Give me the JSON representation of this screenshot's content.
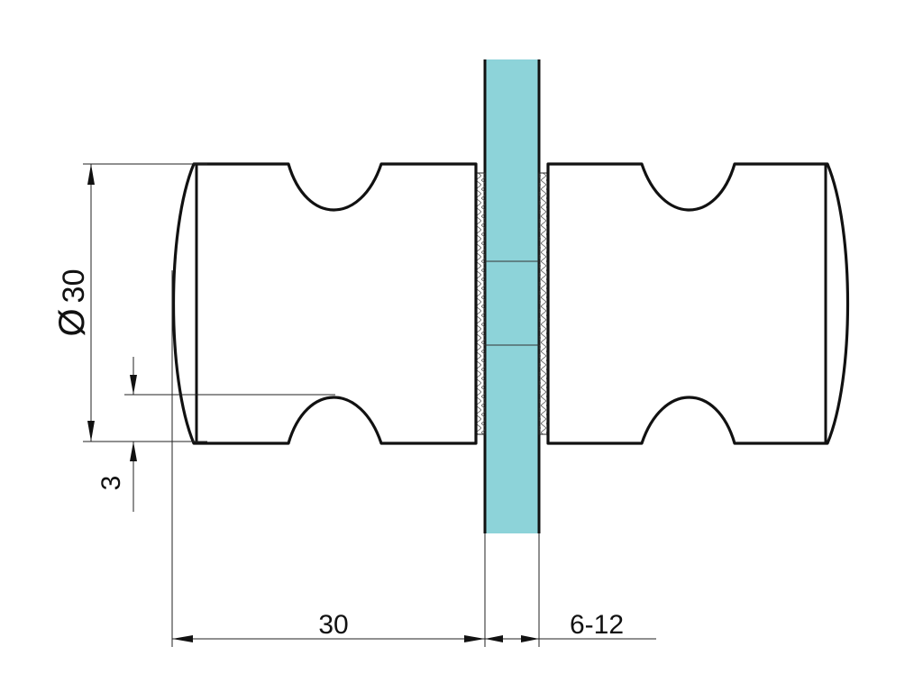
{
  "drawing": {
    "dimensions": {
      "diameter_symbol": "Ø",
      "diameter_value": "30",
      "groove_depth": "3",
      "knob_length": "30",
      "glass_thickness": "6-12"
    },
    "colors": {
      "glass_fill": "#8dd3d9",
      "line": "#111111",
      "background": "#ffffff"
    }
  }
}
